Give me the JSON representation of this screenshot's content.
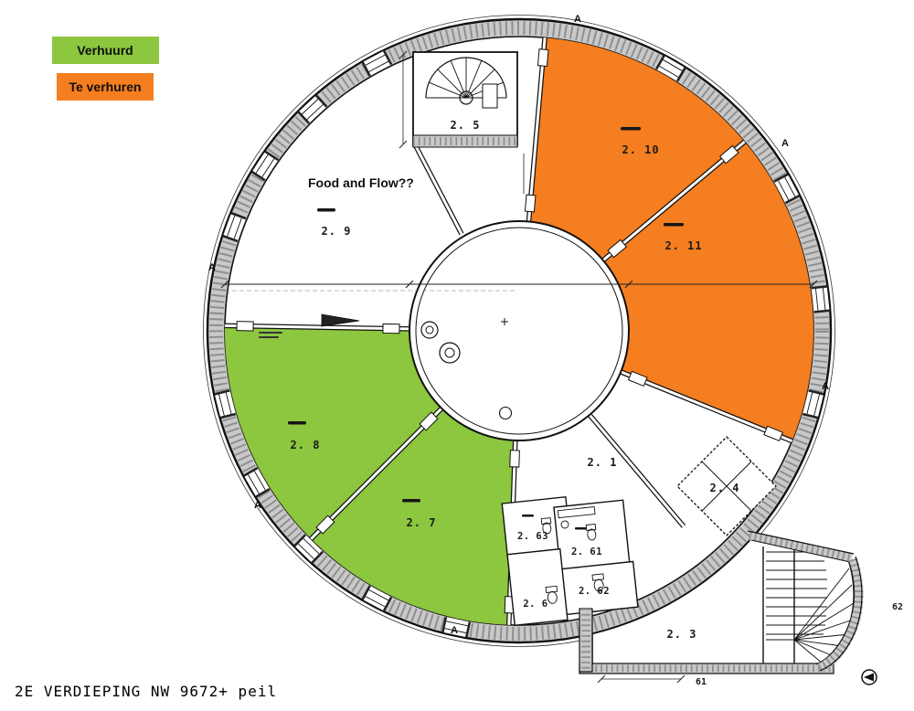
{
  "title": "2E VERDIEPING NW  9672+ peil",
  "legend": {
    "verhuurd_label": "Verhuurd",
    "te_verhuren_label": "Te verhuren"
  },
  "colors": {
    "verhuurd": "#8dc63f",
    "te_verhuren": "#f47e20",
    "wall": "#c9c9c9"
  },
  "note": "Food and Flow??",
  "rooms": {
    "r2_1": "2. 1",
    "r2_3": "2. 3",
    "r2_4": "2. 4",
    "r2_5": "2. 5",
    "r2_6": "2. 6",
    "r2_7": "2. 7",
    "r2_8": "2. 8",
    "r2_9": "2. 9",
    "r2_10": "2. 10",
    "r2_11": "2. 11",
    "r2_61": "2. 61",
    "r2_62": "2. 62",
    "r2_63": "2. 63"
  },
  "stairs": {
    "label_61": "61",
    "label_62": "62"
  },
  "perimeter_markers": [
    "A",
    "A",
    "A",
    "A",
    "A",
    "A"
  ]
}
